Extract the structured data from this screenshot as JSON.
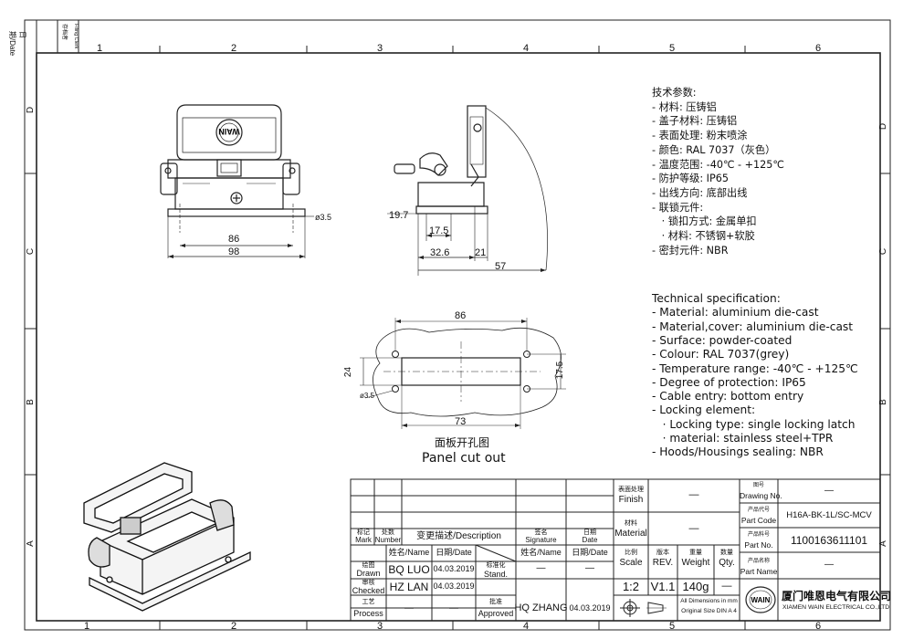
{
  "frame": {
    "columns": [
      "1",
      "2",
      "3",
      "4",
      "5",
      "6"
    ],
    "rows": [
      "D",
      "C",
      "B",
      "A"
    ],
    "corner": {
      "date_label": "日期/Date",
      "filing_label": "存档者",
      "filing_label_en": "Filing Clerk"
    }
  },
  "drawing": {
    "dimensions": {
      "front_width_inner": "86",
      "front_width_outer": "98",
      "hole_dia": "ø3.5",
      "side_19_7": "19.7",
      "side_17_5": "17.5",
      "side_32_6": "32.6",
      "side_21": "21",
      "side_57": "57",
      "cut_86": "86",
      "cut_24": "24",
      "cut_17_5": "17.5",
      "cut_hole": "ø3.5",
      "cut_73": "73"
    },
    "logo_text": "WAIN",
    "panel_cutout_cn": "面板开孔图",
    "panel_cutout_en": "Panel cut out"
  },
  "spec_cn": {
    "heading": "技术参数:",
    "lines": [
      "- 材料: 压铸铝",
      "- 盖子材料: 压铸铝",
      "- 表面处理: 粉末喷涂",
      "- 颜色: RAL 7037（灰色）",
      "- 温度范围: -40℃ - +125℃",
      "- 防护等级: IP65",
      "- 出线方向: 底部出线",
      "- 联锁元件:",
      "   · 锁扣方式: 金属单扣",
      "   · 材料: 不锈钢+软胶",
      "- 密封元件: NBR"
    ]
  },
  "spec_en": {
    "heading": "Technical specification:",
    "lines": [
      "- Material: aluminium die-cast",
      "- Material,cover: aluminium die-cast",
      "- Surface: powder-coated",
      "- Colour: RAL 7037(grey)",
      "- Temperature range: -40℃ - +125℃",
      "- Degree of protection: IP65",
      "- Cable entry: bottom entry",
      "- Locking element:",
      "   · Locking type: single locking latch",
      "   · material: stainless steel+TPR",
      "- Hoods/Housings sealing: NBR"
    ]
  },
  "revision_block": {
    "mark_cn": "标记",
    "mark_en": "Mark",
    "number_cn": "处数",
    "number_en": "Number",
    "description": "变更描述/Description",
    "signature_cn": "签名",
    "signature_en": "Signature",
    "date_cn": "日期",
    "date_en": "Date",
    "name_col": "姓名/Name",
    "date_col": "日期/Date",
    "drawn_cn": "绘图",
    "drawn_en": "Drawn",
    "drawn_name": "BQ  LUO",
    "drawn_date": "04.03.2019",
    "checked_cn": "审核",
    "checked_en": "Checked",
    "checked_name": "HZ  LAN",
    "checked_date": "04.03.2019",
    "process_cn": "工艺",
    "process_en": "Process",
    "process_name": "—",
    "process_date": "—",
    "stand_cn": "标准化",
    "stand_en": "Stand.",
    "stand_value": "—",
    "stand_date": "—",
    "approved_cn": "批准",
    "approved_en": "Approved",
    "approved_name": "HQ  ZHANG",
    "approved_date": "04.03.2019"
  },
  "info_block": {
    "finish_cn": "表面处理",
    "finish_en": "Finish",
    "finish_value": "—",
    "material_cn": "材料",
    "material_en": "Material",
    "material_value": "—",
    "scale_cn": "比例",
    "scale_en": "Scale",
    "scale_value": "1:2",
    "rev_cn": "版本",
    "rev_en": "REV.",
    "rev_value": "V1.1",
    "weight_cn": "重量",
    "weight_en": "Weight",
    "weight_value": "140g",
    "qty_cn": "数量",
    "qty_en": "Qty.",
    "qty_value": "—",
    "dims_note_1": "All Dimensions in mm",
    "dims_note_2": "Original Size DIN A 4"
  },
  "title_block": {
    "drawing_no_cn": "图号",
    "drawing_no_en": "Drawing No.",
    "drawing_no_value": "—",
    "part_code_cn": "产品代号",
    "part_code_en": "Part Code",
    "part_code_value": "H16A-BK-1L/SC-MCV",
    "part_no_cn": "产品料号",
    "part_no_en": "Part No.",
    "part_no_value": "1100163611101",
    "part_name_cn": "产品名称",
    "part_name_en": "Part Name",
    "part_name_value": "—",
    "company_cn": "厦门唯恩电气有限公司",
    "company_en": "XIAMEN WAIN ELECTRICAL CO.,LTD",
    "logo": "WAIN"
  }
}
